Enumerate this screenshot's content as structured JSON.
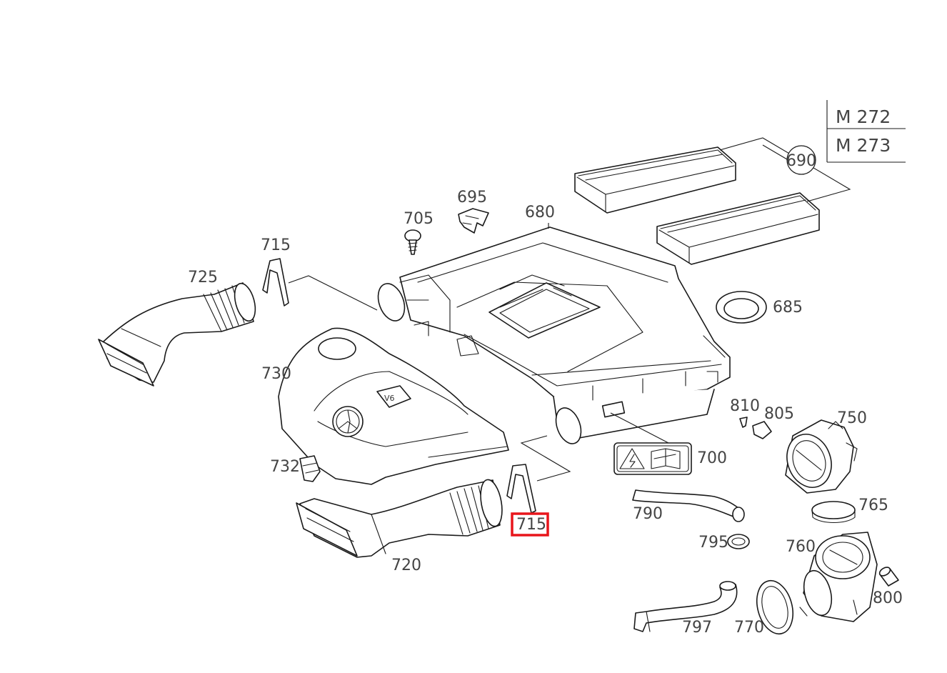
{
  "engine_models": [
    "M 272",
    "M 273"
  ],
  "labels": {
    "p680": "680",
    "p685": "685",
    "p690": "690",
    "p695": "695",
    "p700": "700",
    "p705": "705",
    "p715a": "715",
    "p715b": "715",
    "p720": "720",
    "p725": "725",
    "p730": "730",
    "p732": "732",
    "p750": "750",
    "p760": "760",
    "p765": "765",
    "p770": "770",
    "p790": "790",
    "p795": "795",
    "p797": "797",
    "p800": "800",
    "p805": "805",
    "p810": "810"
  },
  "highlighted_part": "715",
  "colors": {
    "line": "#1a1a1a",
    "label": "#444444",
    "highlight": "#e8151b",
    "background": "#ffffff"
  },
  "icons": [
    "mercedes-star-icon",
    "electrical-warning-icon",
    "service-manual-icon"
  ]
}
